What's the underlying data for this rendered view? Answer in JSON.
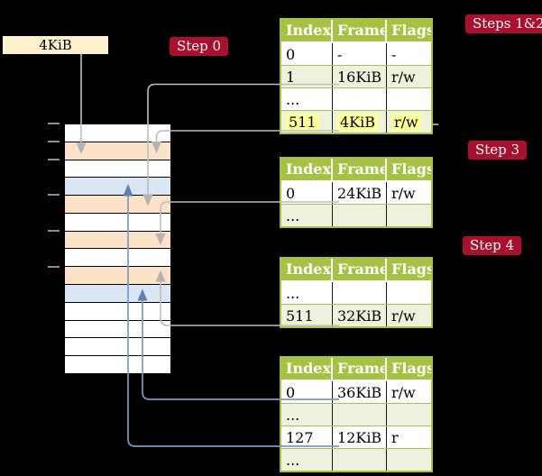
{
  "colors": {
    "background": "#000000",
    "badge_red": "#aa102d",
    "table_header_green": "#a5c243",
    "table_row_green": "#eef2dd",
    "highlight_yellow": "#ffff99",
    "memory_peach": "#fce3c7",
    "memory_blue": "#d9e6f4",
    "legend_cream": "#fcf2cd",
    "gray_arrow": "#b3b3b3",
    "blue_arrow": "#5e80ad"
  },
  "legend_box": {
    "label": "4KiB"
  },
  "badges": {
    "step0": {
      "label": "Step 0"
    },
    "steps12": {
      "label": "Steps 1&2"
    },
    "step3": {
      "label": "Step 3"
    },
    "step4": {
      "label": "Step 4"
    }
  },
  "memory": {
    "rows": [
      "white",
      "peach",
      "white",
      "blue",
      "peach",
      "white",
      "peach",
      "white",
      "peach",
      "blue",
      "white",
      "white",
      "white",
      "white"
    ]
  },
  "tables": [
    {
      "headers": [
        "Index",
        "Frame",
        "Flags"
      ],
      "rows": [
        {
          "cells": [
            "0",
            "-",
            "-"
          ],
          "shade": false,
          "highlight": false
        },
        {
          "cells": [
            "1",
            "16KiB",
            "r/w"
          ],
          "shade": true,
          "highlight": false
        },
        {
          "cells": [
            "...",
            "",
            ""
          ],
          "shade": false,
          "highlight": false
        },
        {
          "cells": [
            "511",
            "4KiB",
            "r/w"
          ],
          "shade": true,
          "highlight": true
        }
      ]
    },
    {
      "headers": [
        "Index",
        "Frame",
        "Flags"
      ],
      "rows": [
        {
          "cells": [
            "0",
            "24KiB",
            "r/w"
          ],
          "shade": false,
          "highlight": false
        },
        {
          "cells": [
            "...",
            "",
            ""
          ],
          "shade": true,
          "highlight": false
        }
      ]
    },
    {
      "headers": [
        "Index",
        "Frame",
        "Flags"
      ],
      "rows": [
        {
          "cells": [
            "...",
            "",
            ""
          ],
          "shade": false,
          "highlight": false
        },
        {
          "cells": [
            "511",
            "32KiB",
            "r/w"
          ],
          "shade": true,
          "highlight": false
        }
      ]
    },
    {
      "headers": [
        "Index",
        "Frame",
        "Flags"
      ],
      "rows": [
        {
          "cells": [
            "0",
            "36KiB",
            "r/w"
          ],
          "shade": false,
          "highlight": false
        },
        {
          "cells": [
            "...",
            "",
            ""
          ],
          "shade": true,
          "highlight": false
        },
        {
          "cells": [
            "127",
            "12KiB",
            "r"
          ],
          "shade": false,
          "highlight": false
        },
        {
          "cells": [
            "...",
            "",
            ""
          ],
          "shade": true,
          "highlight": false
        }
      ]
    }
  ]
}
